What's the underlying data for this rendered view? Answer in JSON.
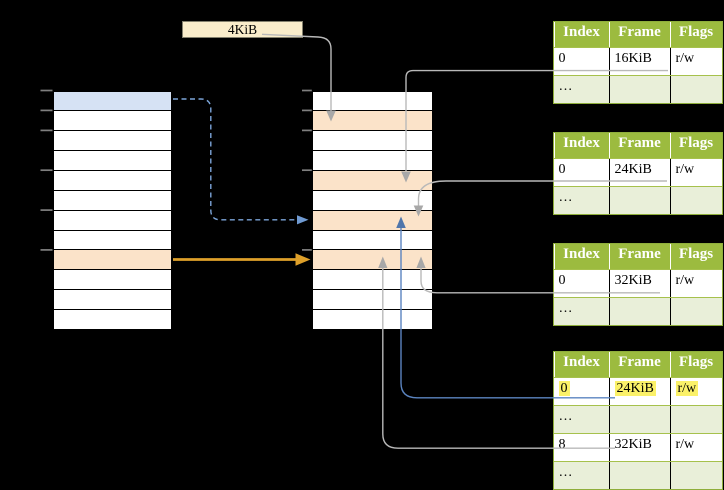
{
  "diagram": {
    "frame_size_label": "4KiB",
    "virtual_memory": {
      "rows": 12,
      "blue_row": 0,
      "orange_row": 8,
      "tick_rows": [
        0,
        1,
        2,
        4,
        6,
        8
      ]
    },
    "physical_memory": {
      "rows": 12,
      "orange_rows": [
        1,
        4,
        6,
        8
      ],
      "tick_rows": [
        0,
        1,
        2,
        4,
        8
      ]
    },
    "page_tables": [
      {
        "name": "page-table-16kib",
        "headers": [
          "Index",
          "Frame",
          "Flags"
        ],
        "rows": [
          {
            "cells": [
              "0",
              "16KiB",
              "r/w"
            ],
            "alt": false,
            "highlight": false
          },
          {
            "cells": [
              "…",
              "",
              ""
            ],
            "alt": true,
            "highlight": false
          }
        ]
      },
      {
        "name": "page-table-24kib",
        "headers": [
          "Index",
          "Frame",
          "Flags"
        ],
        "rows": [
          {
            "cells": [
              "0",
              "24KiB",
              "r/w"
            ],
            "alt": false,
            "highlight": false
          },
          {
            "cells": [
              "…",
              "",
              ""
            ],
            "alt": true,
            "highlight": false
          }
        ]
      },
      {
        "name": "page-table-32kib",
        "headers": [
          "Index",
          "Frame",
          "Flags"
        ],
        "rows": [
          {
            "cells": [
              "0",
              "32KiB",
              "r/w"
            ],
            "alt": false,
            "highlight": false
          },
          {
            "cells": [
              "…",
              "",
              ""
            ],
            "alt": true,
            "highlight": false
          }
        ]
      },
      {
        "name": "page-table-level2",
        "headers": [
          "Index",
          "Frame",
          "Flags"
        ],
        "rows": [
          {
            "cells": [
              "0",
              "24KiB",
              "r/w"
            ],
            "alt": false,
            "highlight": true
          },
          {
            "cells": [
              "…",
              "",
              ""
            ],
            "alt": true,
            "highlight": false
          },
          {
            "cells": [
              "8",
              "32KiB",
              "r/w"
            ],
            "alt": false,
            "highlight": false
          },
          {
            "cells": [
              "…",
              "",
              ""
            ],
            "alt": true,
            "highlight": false
          }
        ]
      }
    ],
    "colors": {
      "background": "#000000",
      "blue_row": "#d6e2f4",
      "orange_row": "#fbe3c9",
      "label_box": "#faedcb",
      "table_header": "#9cbb3f",
      "table_border": "#8fae3c",
      "table_alt_row": "#e9efd9",
      "highlight": "#fbf169",
      "arrow_gray": "#b9b9b9",
      "arrow_blue": "#5b84c0",
      "arrow_blue_dashed": "#7ca5d9",
      "arrow_orange": "#dea02a"
    }
  }
}
